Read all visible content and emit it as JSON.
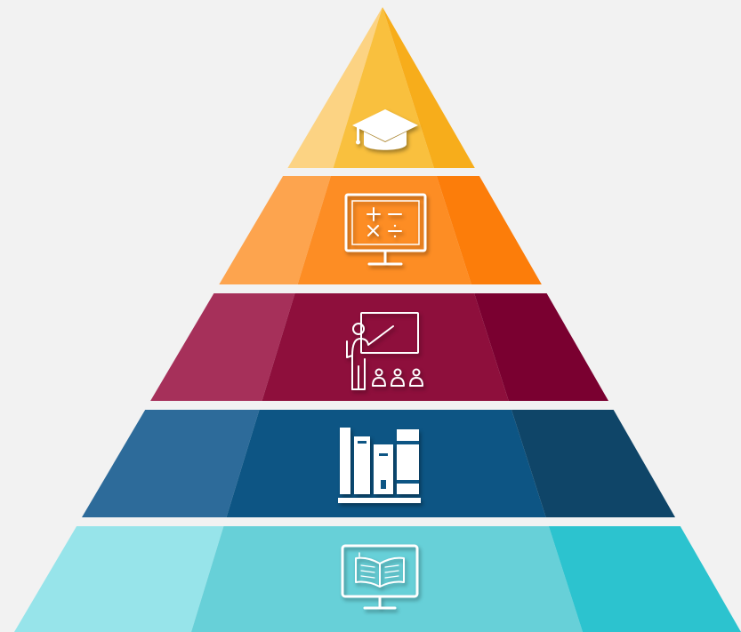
{
  "diagram": {
    "type": "pyramid",
    "background": "#f2f2f2",
    "tiers": [
      {
        "id": "tier-1",
        "icon": "graduation-cap-icon",
        "colors": {
          "light": "#fcd383",
          "mid": "#f9c03e",
          "dark": "#f7ad1b"
        }
      },
      {
        "id": "tier-2",
        "icon": "calculator-monitor-icon",
        "colors": {
          "light": "#fda44e",
          "mid": "#fd8d24",
          "dark": "#fc7d0a"
        }
      },
      {
        "id": "tier-3",
        "icon": "teacher-presentation-icon",
        "colors": {
          "light": "#a6305a",
          "mid": "#8e0f3c",
          "dark": "#7a0030"
        }
      },
      {
        "id": "tier-4",
        "icon": "bookshelf-icon",
        "colors": {
          "light": "#2d6b9a",
          "mid": "#0d5584",
          "dark": "#0f4568"
        }
      },
      {
        "id": "tier-5",
        "icon": "e-book-monitor-icon",
        "colors": {
          "light": "#97e4ea",
          "mid": "#67d0d8",
          "dark": "#2cc3cf"
        }
      }
    ]
  }
}
